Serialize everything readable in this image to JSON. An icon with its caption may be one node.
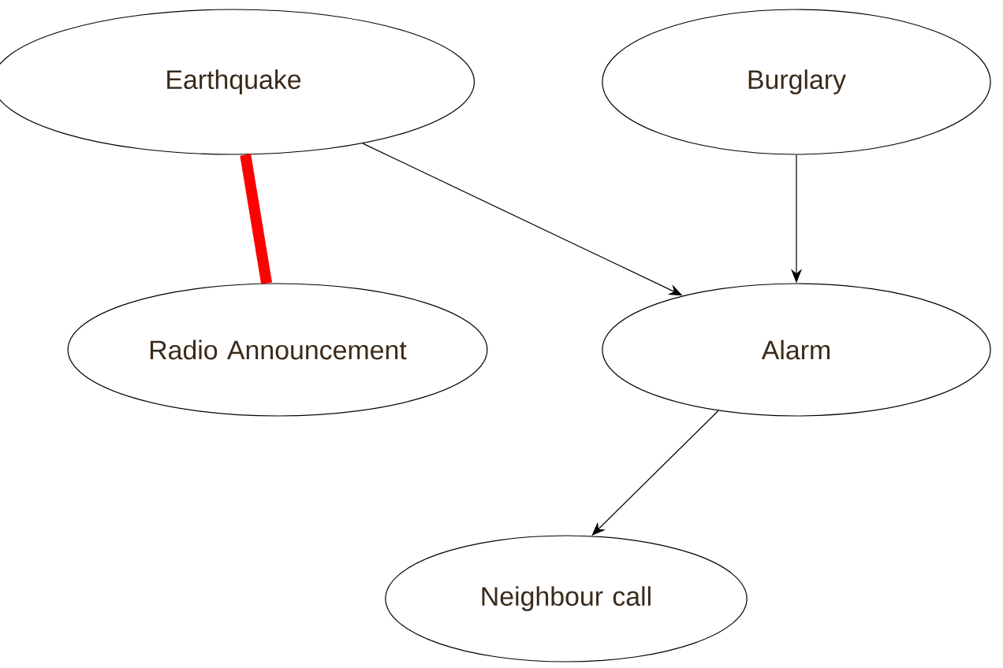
{
  "diagram": {
    "nodes": [
      {
        "text": [
          "Earthquake"
        ]
      },
      {
        "text": [
          "Burglary"
        ]
      },
      {
        "text": [
          "Radio Announcement"
        ]
      },
      {
        "text": [
          "Alarm"
        ]
      },
      {
        "text": [
          "Neighbour call"
        ]
      }
    ],
    "edges": [
      {
        "from": 0,
        "to": 2,
        "arrow": "none",
        "style": "thick",
        "color": "#ff0000"
      },
      {
        "from": 0,
        "to": 3,
        "arrow": "to"
      },
      {
        "from": 1,
        "to": 3,
        "arrow": "to"
      },
      {
        "from": 3,
        "to": 4,
        "arrow": "to"
      }
    ]
  }
}
